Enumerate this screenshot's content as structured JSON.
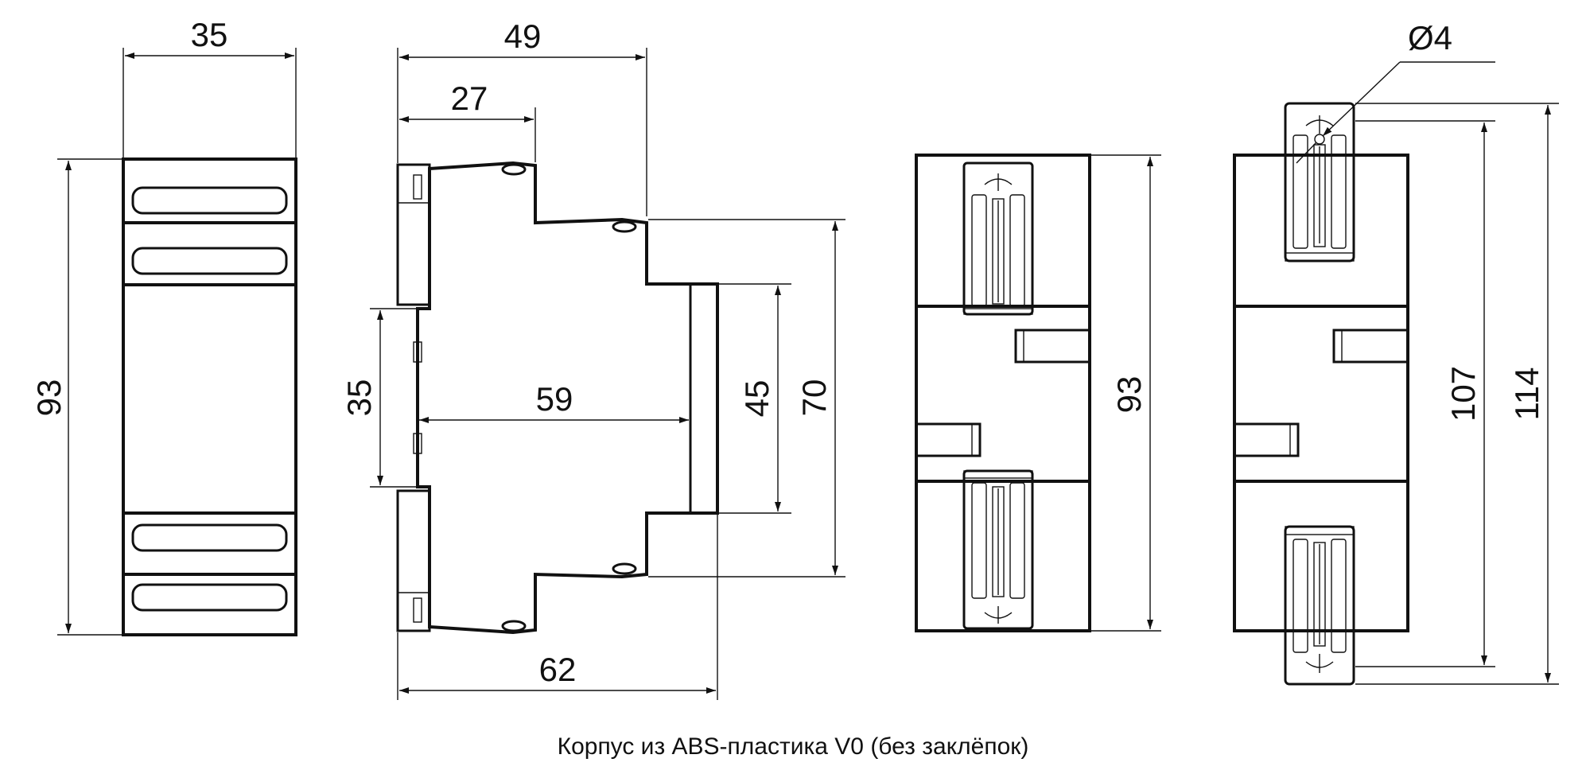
{
  "caption": "Корпус из ABS-пластика V0 (без заклёпок)",
  "dimensions": {
    "front_width": "35",
    "front_height": "93",
    "side_depth_top": "49",
    "side_depth_mid": "27",
    "rail_width": "35",
    "inner_depth": "59",
    "front_face_height": "45",
    "mid_step_height": "70",
    "overall_depth": "62",
    "back_height": "93",
    "clip_hole_diameter": "Ø4",
    "clip_span": "107",
    "clip_overall": "114"
  },
  "colors": {
    "line": "#111111",
    "background": "#ffffff"
  }
}
